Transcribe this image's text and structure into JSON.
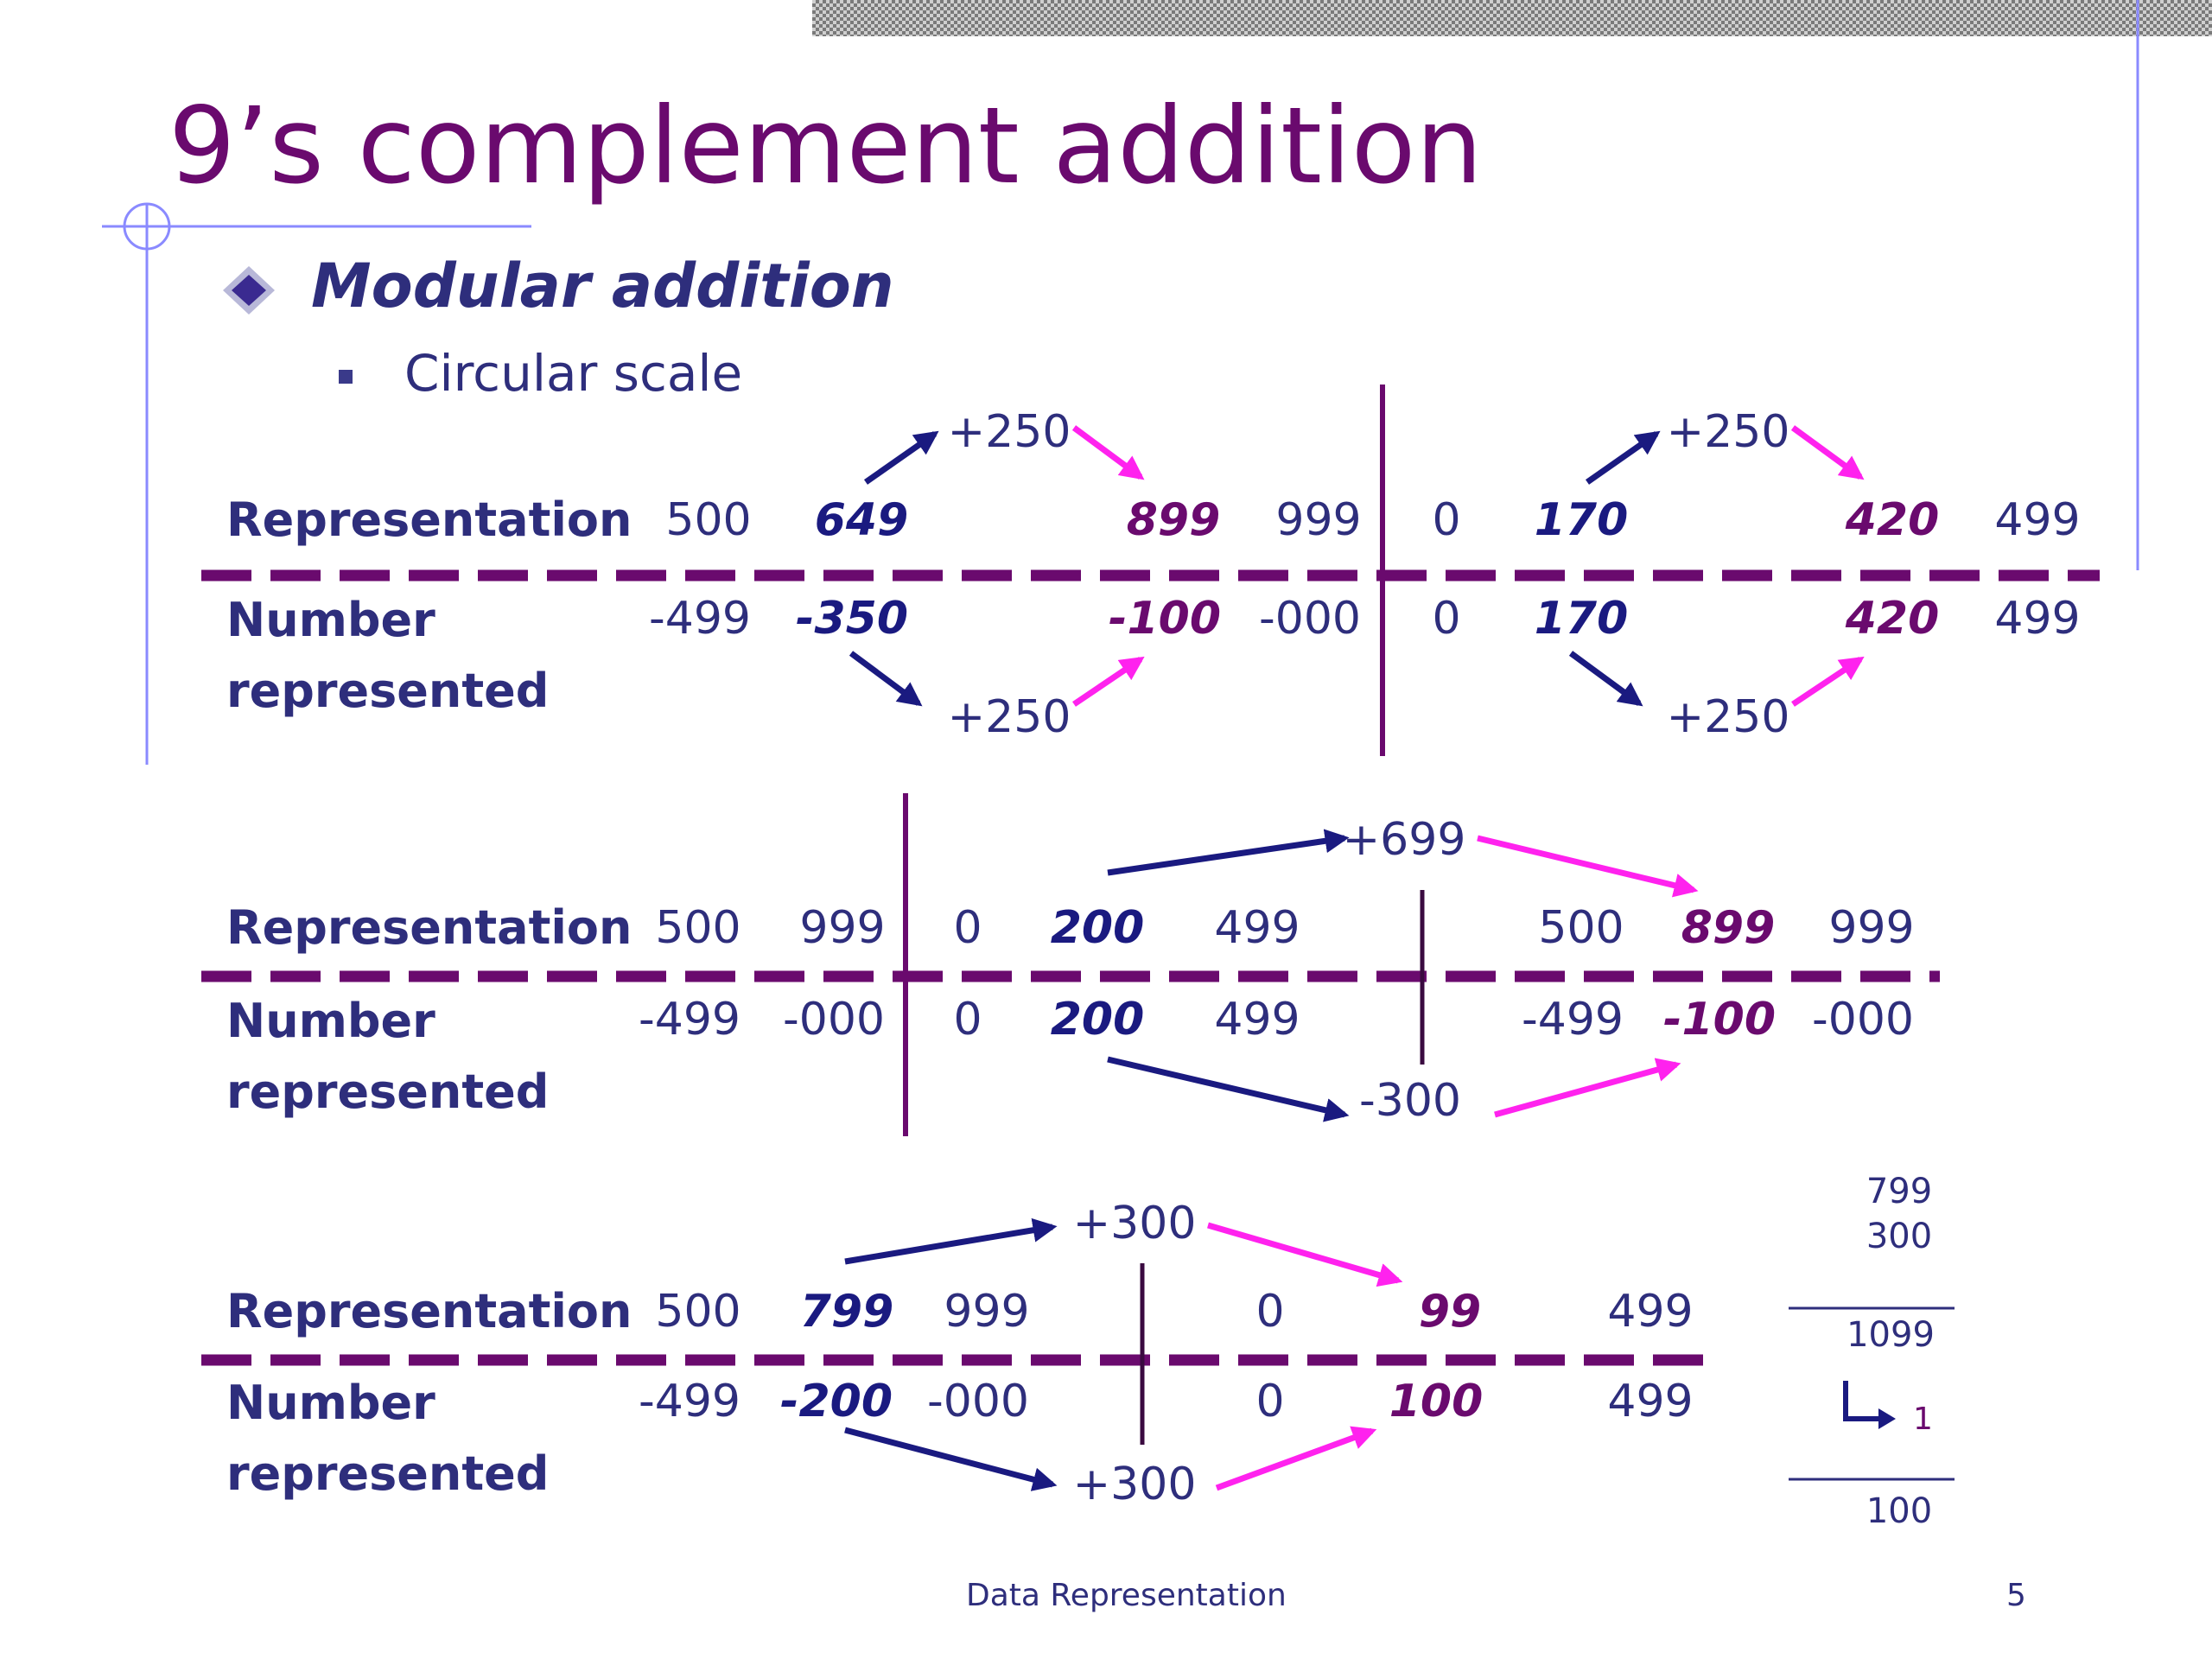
{
  "title": "9’s complement addition",
  "bullet": "Modular addition",
  "subbullet": "Circular scale",
  "colors": {
    "navy": "#1a1a80",
    "purple": "#6a0a6e",
    "magenta": "#ff22ee",
    "text": "#2e2e7c"
  },
  "row_labels": {
    "representation": "Representation",
    "number": "Number",
    "represented": "represented"
  },
  "panel1": {
    "rep": [
      "500",
      "649",
      "899",
      "999",
      "0",
      "170",
      "420",
      "499"
    ],
    "num": [
      "-499",
      "-350",
      "-100",
      "-000",
      "0",
      "170",
      "420",
      "499"
    ],
    "arrow_top_left": "+250",
    "arrow_bottom_left": "+250",
    "arrow_top_right": "+250",
    "arrow_bottom_right": "+250"
  },
  "panel2": {
    "rep": [
      "500",
      "999",
      "0",
      "200",
      "499",
      "500",
      "899",
      "999"
    ],
    "num": [
      "-499",
      "-000",
      "0",
      "200",
      "499",
      "-499",
      "-100",
      "-000"
    ],
    "arrow_top": "+699",
    "arrow_bottom": "-300"
  },
  "panel3": {
    "rep": [
      "500",
      "799",
      "999",
      "0",
      "99",
      "499"
    ],
    "num": [
      "-499",
      "-200",
      "-000",
      "0",
      "100",
      "499"
    ],
    "arrow_top": "+300",
    "arrow_bottom": "+300"
  },
  "calc": {
    "a": "799",
    "b": "300",
    "sum": "1099",
    "carry": "1",
    "result": "100"
  },
  "footer": {
    "text": "Data Representation",
    "page": "5"
  }
}
